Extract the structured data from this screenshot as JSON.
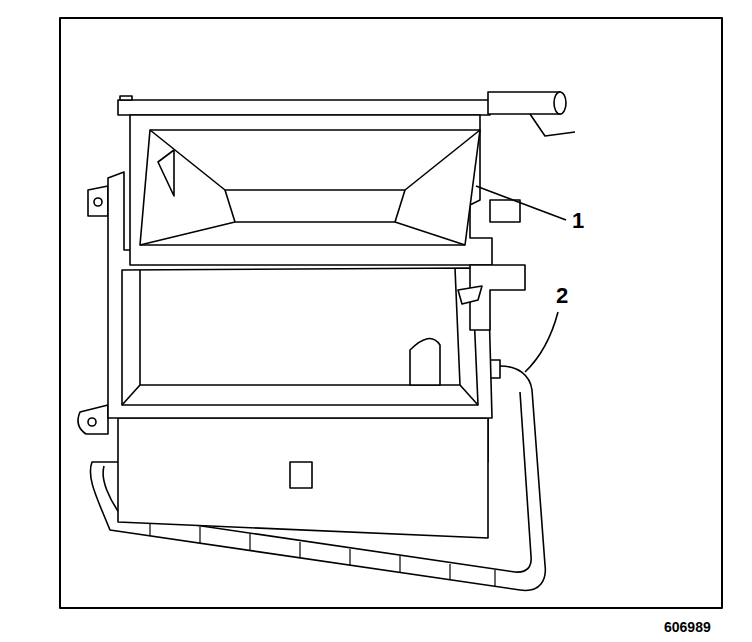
{
  "diagram": {
    "labels": [
      "1",
      "2",
      "606989"
    ]
  }
}
